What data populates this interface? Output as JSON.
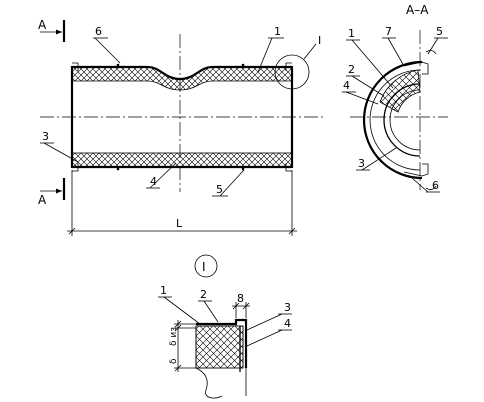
{
  "section": {
    "cut_label_top": "A",
    "cut_label_bottom": "A",
    "title": "A–A"
  },
  "main_view": {
    "length_label": "L",
    "callouts": [
      "1",
      "3",
      "4",
      "5",
      "6"
    ],
    "detail_ref": "I"
  },
  "section_view": {
    "callouts": [
      "1",
      "2",
      "3",
      "4",
      "5",
      "6",
      "7"
    ]
  },
  "detail": {
    "title": "I",
    "callouts": [
      "1",
      "2",
      "3",
      "4"
    ],
    "dim_top": "8",
    "dim_side_1": "δ из",
    "dim_side_2": "δ"
  }
}
